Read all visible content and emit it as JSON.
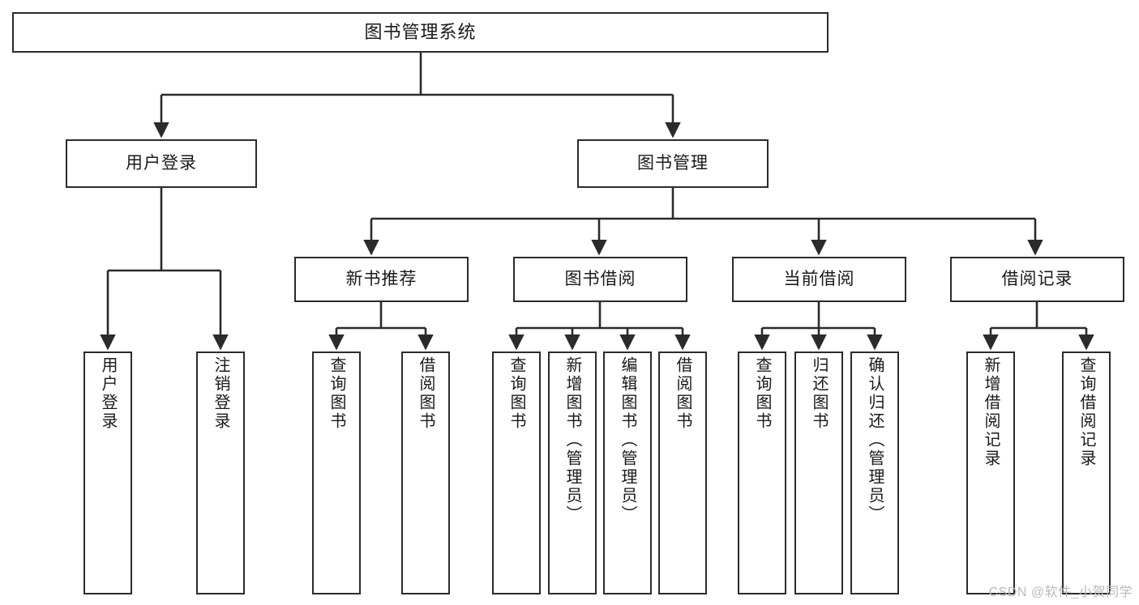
{
  "diagram": {
    "title": "图书管理系统",
    "watermark": "CSDN @软件_小贺同学",
    "colors": {
      "background": "#ffffff",
      "stroke": "#2b2b2b",
      "text": "#1a1a1a",
      "watermark": "#b9b9b9"
    },
    "nodes": {
      "root": "图书管理系统",
      "user_login": "用户登录",
      "book_manage": "图书管理",
      "new_book_rec": "新书推荐",
      "book_borrow": "图书借阅",
      "current_borrow": "当前借阅",
      "borrow_record": "借阅记录",
      "leaf_user_login": "用户登录",
      "leaf_logout": "注销登录",
      "leaf_query_book_1": "查询图书",
      "leaf_borrow_book_1": "借阅图书",
      "leaf_query_book_2": "查询图书",
      "leaf_add_book_admin": "新增图书（管理员）",
      "leaf_edit_book_admin": "编辑图书（管理员）",
      "leaf_borrow_book_2": "借阅图书",
      "leaf_query_book_3": "查询图书",
      "leaf_return_book": "归还图书",
      "leaf_confirm_return_admin": "确认归还（管理员）",
      "leaf_add_record": "新增借阅记录",
      "leaf_query_record": "查询借阅记录"
    }
  },
  "chart_data": {
    "type": "diagram",
    "subtype": "tree",
    "title": "图书管理系统",
    "orientation": "top-down",
    "levels": 4,
    "tree": {
      "label": "图书管理系统",
      "children": [
        {
          "label": "用户登录",
          "children": [
            {
              "label": "用户登录",
              "children": []
            },
            {
              "label": "注销登录",
              "children": []
            }
          ]
        },
        {
          "label": "图书管理",
          "children": [
            {
              "label": "新书推荐",
              "children": [
                {
                  "label": "查询图书",
                  "children": []
                },
                {
                  "label": "借阅图书",
                  "children": []
                }
              ]
            },
            {
              "label": "图书借阅",
              "children": [
                {
                  "label": "查询图书",
                  "children": []
                },
                {
                  "label": "新增图书（管理员）",
                  "children": []
                },
                {
                  "label": "编辑图书（管理员）",
                  "children": []
                },
                {
                  "label": "借阅图书",
                  "children": []
                }
              ]
            },
            {
              "label": "当前借阅",
              "children": [
                {
                  "label": "查询图书",
                  "children": []
                },
                {
                  "label": "归还图书",
                  "children": []
                },
                {
                  "label": "确认归还（管理员）",
                  "children": []
                }
              ]
            },
            {
              "label": "借阅记录",
              "children": [
                {
                  "label": "新增借阅记录",
                  "children": []
                },
                {
                  "label": "查询借阅记录",
                  "children": []
                }
              ]
            }
          ]
        }
      ]
    }
  }
}
